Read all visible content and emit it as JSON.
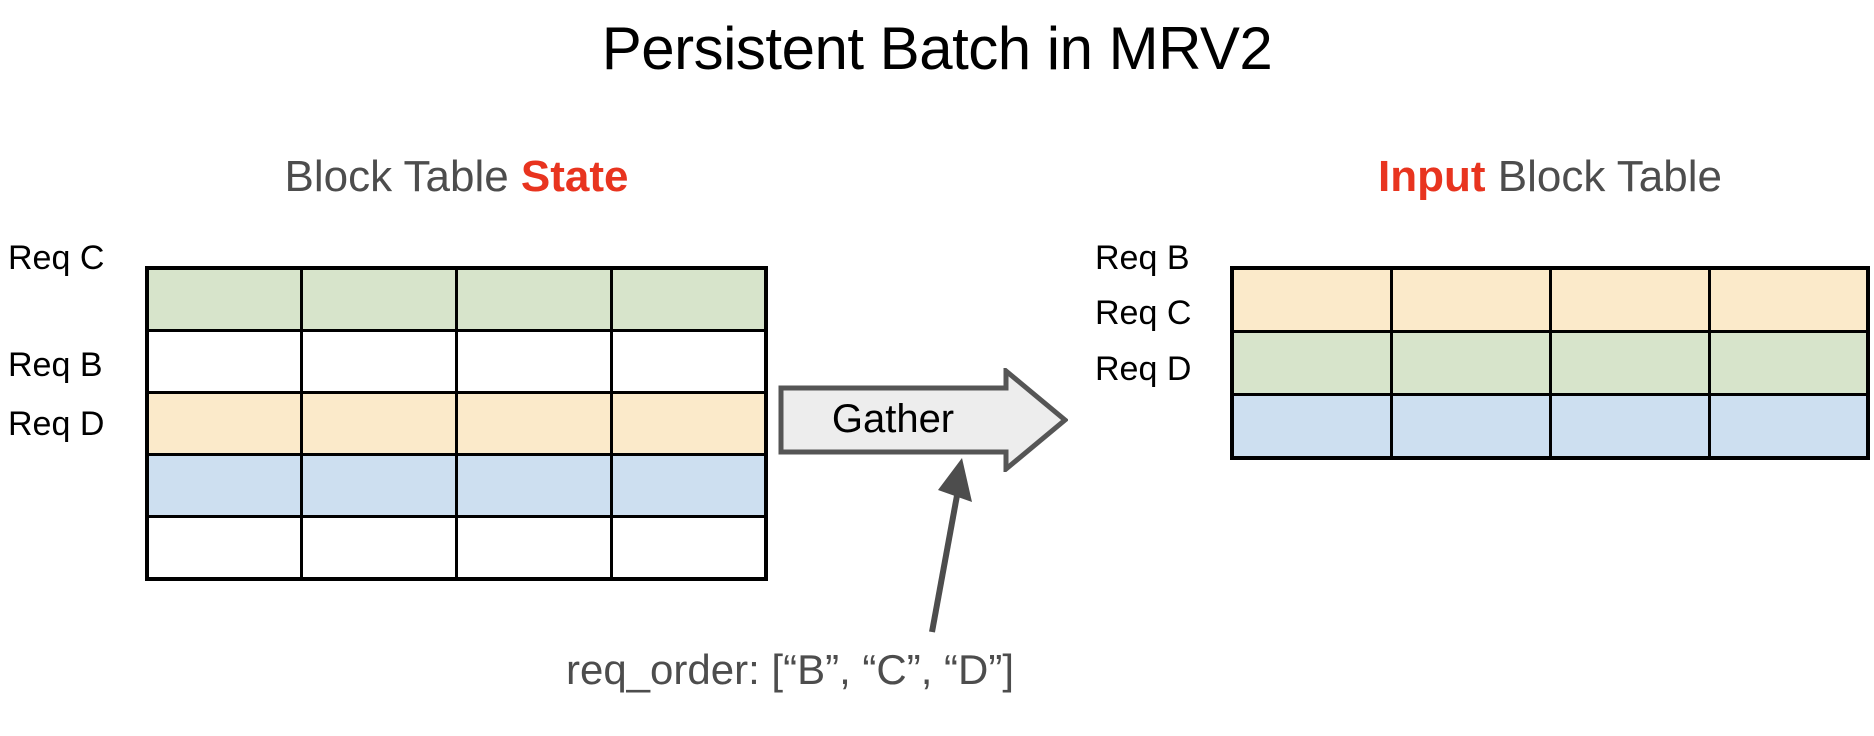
{
  "page": {
    "title": "Persistent Batch in MRV2",
    "background_color": "#ffffff"
  },
  "colors": {
    "accent_red": "#e8341f",
    "heading_gray": "#4d4d4d",
    "cell_green": "#d7e4cb",
    "cell_yellow": "#fbeaca",
    "cell_blue": "#cddff0",
    "cell_empty": "#ffffff",
    "grid_line": "#000000",
    "arrow_fill": "#ededed",
    "arrow_stroke": "#555555",
    "callout_arrow": "#4d4d4d"
  },
  "left_panel": {
    "heading_prefix": "Block Table ",
    "heading_accent": "State",
    "table_name": "block-table-state",
    "columns": 4,
    "rows": [
      {
        "label": "Req C",
        "fill": "#d7e4cb",
        "occupied": true
      },
      {
        "label": "",
        "fill": "#ffffff",
        "occupied": false
      },
      {
        "label": "Req B",
        "fill": "#fbeaca",
        "occupied": true
      },
      {
        "label": "Req D",
        "fill": "#cddff0",
        "occupied": true
      },
      {
        "label": "",
        "fill": "#ffffff",
        "occupied": false
      }
    ]
  },
  "right_panel": {
    "heading_accent": "Input",
    "heading_suffix": " Block Table",
    "table_name": "input-block-table",
    "columns": 4,
    "rows": [
      {
        "label": "Req B",
        "fill": "#fbeaca",
        "occupied": true
      },
      {
        "label": "Req C",
        "fill": "#d7e4cb",
        "occupied": true
      },
      {
        "label": "Req D",
        "fill": "#cddff0",
        "occupied": true
      }
    ]
  },
  "gather": {
    "label": "Gather",
    "direction": "right"
  },
  "caption": {
    "text": "req_order: [“B”, “C”, “D”]"
  }
}
